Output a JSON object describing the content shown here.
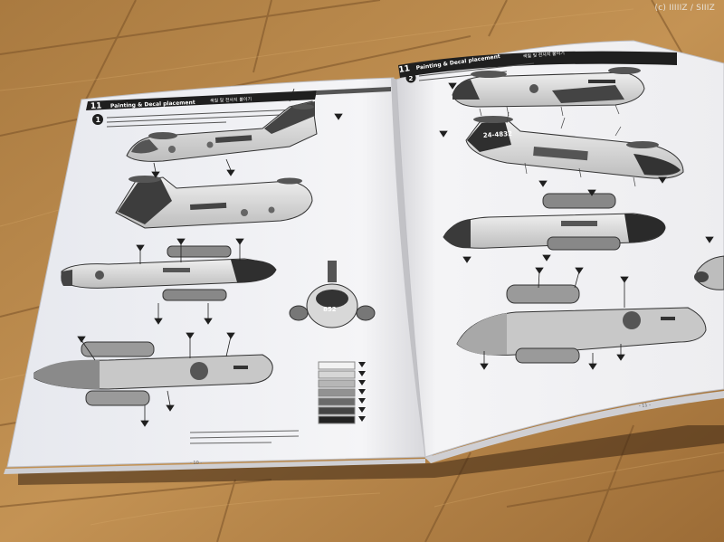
{
  "watermark": "(c) IIIIIZ / SIIIZ",
  "colors": {
    "floor": "#b98a4e",
    "floor_dark": "#8c6232",
    "paper": "#f4f4f6",
    "ink": "#2a2a2a",
    "header": "#1f1f1f"
  },
  "left_page": {
    "section_number": "11",
    "header_title": "Painting & Decal placement",
    "header_korean": "색칠 및 전사지 붙이기",
    "step_number": "1",
    "serial_marking": "852",
    "page_number": "- 10 -"
  },
  "right_page": {
    "section_number": "11",
    "header_title": "Painting & Decal placement",
    "header_korean": "색칠 및 전사지 붙이기",
    "step_number": "2",
    "serial_marking": "24-4832",
    "page_number": "- 11 -"
  }
}
